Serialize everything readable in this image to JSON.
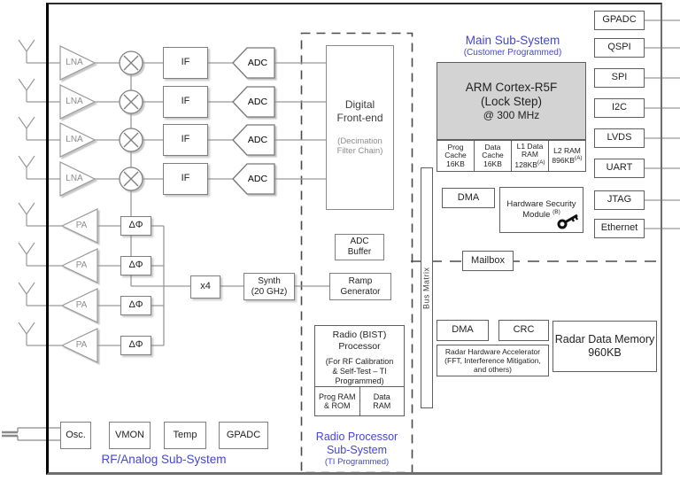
{
  "rf": {
    "lna_label": "LNA",
    "if_label": "IF",
    "adc_label": "ADC",
    "pa_label": "PA",
    "phase_shifter_label": "ΔΦ",
    "multiplier_label": "x4",
    "synth_line1": "Synth",
    "synth_line2": "(20 GHz)",
    "osc_label": "Osc.",
    "vmon_label": "VMON",
    "temp_label": "Temp",
    "gpadc_label": "GPADC",
    "section_label": "RF/Analog Sub-System"
  },
  "radio_subsystem": {
    "dfe_title1": "Digital",
    "dfe_title2": "Front-end",
    "dfe_sub1": "(Decimation",
    "dfe_sub2": "Filter Chain)",
    "adc_buffer1": "ADC",
    "adc_buffer2": "Buffer",
    "ramp1": "Ramp",
    "ramp2": "Generator",
    "bist_title1": "Radio (BIST)",
    "bist_title2": "Processor",
    "bist_sub1": "(For RF Calibration",
    "bist_sub2": "& Self-Test  – TI",
    "bist_sub3": "Programmed)",
    "prog_ram1": "Prog RAM",
    "prog_ram2": "& ROM",
    "data_ram1": "Data",
    "data_ram2": "RAM",
    "section1": "Radio Processor",
    "section2": "Sub-System",
    "section_sub": "(TI Programmed)"
  },
  "main_subsystem": {
    "title": "Main Sub-System",
    "subtitle": "(Customer Programmed)",
    "arm1": "ARM Cortex-R5F",
    "arm2": "(Lock Step)",
    "arm3": "@ 300 MHz",
    "mem": [
      {
        "l1": "Prog",
        "l2": "Cache",
        "l3": "16KB",
        "sup": ""
      },
      {
        "l1": "Data",
        "l2": "Cache",
        "l3": "16KB",
        "sup": ""
      },
      {
        "l1": "L1 Data",
        "l2": "RAM",
        "l3": "128KB",
        "sup": "(A)"
      },
      {
        "l1": "L2 RAM",
        "l2": "896KB",
        "l3": "",
        "sup": "(A)"
      }
    ],
    "dma_label": "DMA",
    "hsm1": "Hardware Security",
    "hsm2": "Module",
    "hsm_sup": "(B)",
    "mailbox_label": "Mailbox",
    "bus_matrix_label": "Bus Matrix",
    "dma2_label": "DMA",
    "crc_label": "CRC",
    "rha1": "Radar Hardware Accelerator",
    "rha2": "(FFT, Interference Mitigation,",
    "rha3": "and others)",
    "rdm1": "Radar Data Memory",
    "rdm2": "960KB"
  },
  "peripherals": [
    "GPADC",
    "QSPI",
    "SPI",
    "I2C",
    "LVDS",
    "UART",
    "JTAG",
    "Ethernet"
  ],
  "colors": {
    "accent_blue": "#4545d6",
    "box_border": "#7f7f7f",
    "arm_fill": "#d3d3d3",
    "wire": "#999999"
  }
}
